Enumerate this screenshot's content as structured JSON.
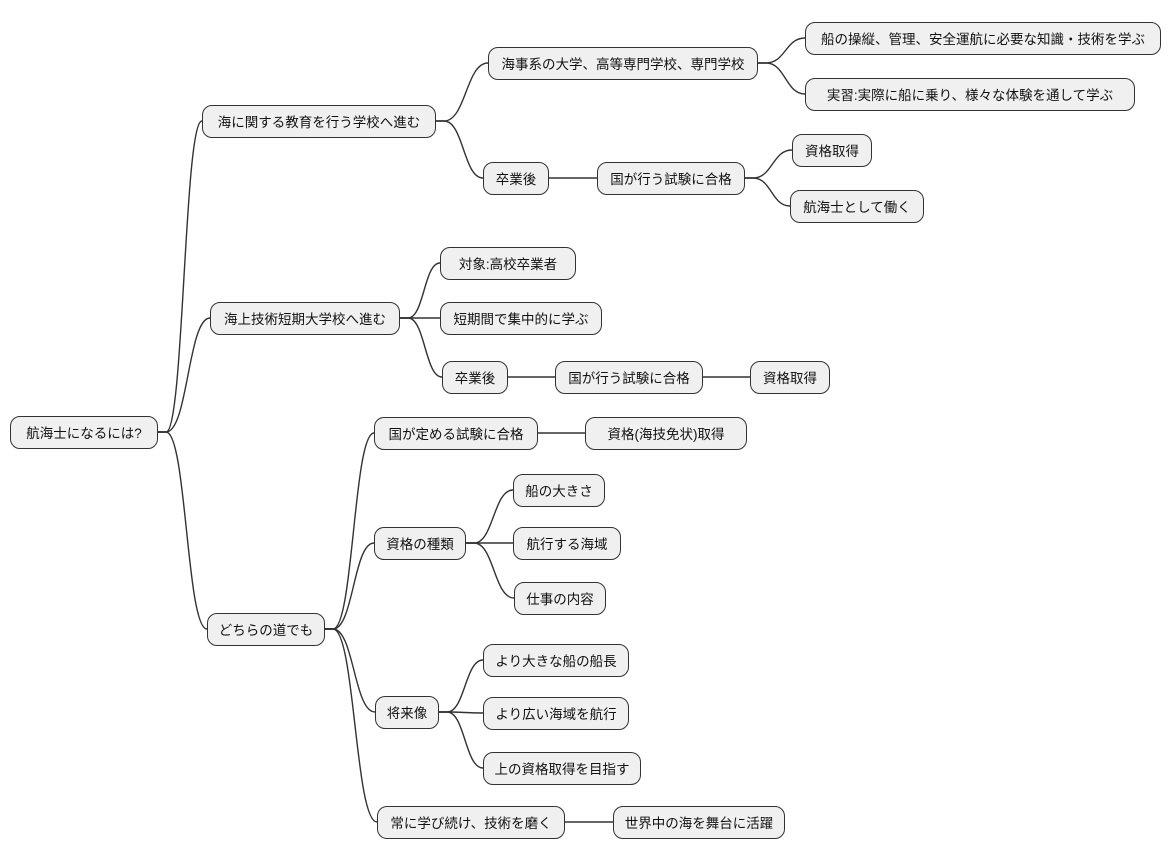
{
  "diagram": {
    "type": "mindmap",
    "title": "航海士になるには?",
    "colors": {
      "background": "#ffffff",
      "node_fill": "#f0f0f0",
      "node_border": "#333333",
      "edge": "#333333",
      "text": "#111111"
    },
    "nodes": [
      {
        "id": "root",
        "label": "航海士になるには?",
        "parent": null
      },
      {
        "id": "edu-school",
        "label": "海に関する教育を行う学校へ進む",
        "parent": "root"
      },
      {
        "id": "maritime-univ",
        "label": "海事系の大学、高等専門学校、専門学校",
        "parent": "edu-school"
      },
      {
        "id": "learn-knowledge",
        "label": "船の操縦、管理、安全運航に必要な知識・技術を学ぶ",
        "parent": "maritime-univ"
      },
      {
        "id": "practical-training",
        "label": "実習:実際に船に乗り、様々な体験を通して学ぶ",
        "parent": "maritime-univ"
      },
      {
        "id": "after-grad-1",
        "label": "卒業後",
        "parent": "edu-school"
      },
      {
        "id": "national-exam-1",
        "label": "国が行う試験に合格",
        "parent": "after-grad-1"
      },
      {
        "id": "get-license-1",
        "label": "資格取得",
        "parent": "national-exam-1"
      },
      {
        "id": "work-as-officer",
        "label": "航海士として働く",
        "parent": "national-exam-1"
      },
      {
        "id": "junior-college",
        "label": "海上技術短期大学校へ進む",
        "parent": "root"
      },
      {
        "id": "target-hs-grads",
        "label": "対象:高校卒業者",
        "parent": "junior-college"
      },
      {
        "id": "intensive-study",
        "label": "短期間で集中的に学ぶ",
        "parent": "junior-college"
      },
      {
        "id": "after-grad-2",
        "label": "卒業後",
        "parent": "junior-college"
      },
      {
        "id": "national-exam-2",
        "label": "国が行う試験に合格",
        "parent": "after-grad-2"
      },
      {
        "id": "get-license-2",
        "label": "資格取得",
        "parent": "national-exam-2"
      },
      {
        "id": "either-path",
        "label": "どちらの道でも",
        "parent": "root"
      },
      {
        "id": "pass-national-exam",
        "label": "国が定める試験に合格",
        "parent": "either-path"
      },
      {
        "id": "license-acquired",
        "label": "資格(海技免状)取得",
        "parent": "pass-national-exam"
      },
      {
        "id": "license-types",
        "label": "資格の種類",
        "parent": "either-path"
      },
      {
        "id": "ship-size",
        "label": "船の大きさ",
        "parent": "license-types"
      },
      {
        "id": "sailing-area",
        "label": "航行する海域",
        "parent": "license-types"
      },
      {
        "id": "job-content",
        "label": "仕事の内容",
        "parent": "license-types"
      },
      {
        "id": "future-vision",
        "label": "将来像",
        "parent": "either-path"
      },
      {
        "id": "larger-ship-captain",
        "label": "より大きな船の船長",
        "parent": "future-vision"
      },
      {
        "id": "wider-area",
        "label": "より広い海域を航行",
        "parent": "future-vision"
      },
      {
        "id": "higher-license",
        "label": "上の資格取得を目指す",
        "parent": "future-vision"
      },
      {
        "id": "keep-learning",
        "label": "常に学び続け、技術を磨く",
        "parent": "either-path"
      },
      {
        "id": "active-worldwide",
        "label": "世界中の海を舞台に活躍",
        "parent": "keep-learning"
      }
    ]
  }
}
